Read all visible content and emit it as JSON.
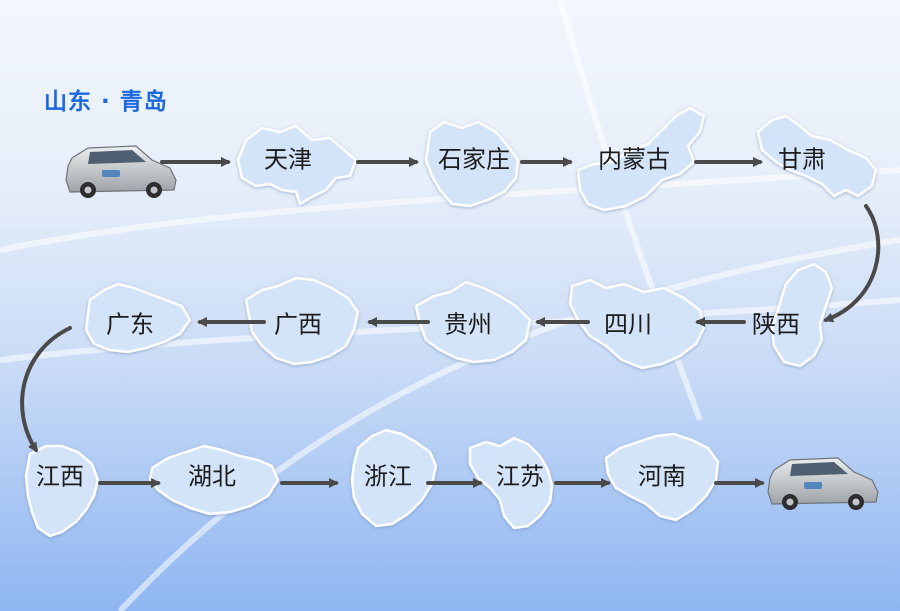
{
  "origin": {
    "label": "山东 · 青岛"
  },
  "route": [
    {
      "label": "天津"
    },
    {
      "label": "石家庄"
    },
    {
      "label": "内蒙古"
    },
    {
      "label": "甘肃"
    },
    {
      "label": "陕西"
    },
    {
      "label": "四川"
    },
    {
      "label": "贵州"
    },
    {
      "label": "广西"
    },
    {
      "label": "广东"
    },
    {
      "label": "江西"
    },
    {
      "label": "湖北"
    },
    {
      "label": "浙江"
    },
    {
      "label": "江苏"
    },
    {
      "label": "河南"
    }
  ],
  "colors": {
    "accent": "#1a67e0",
    "province_fill": "#d3e3f8",
    "province_stroke": "#ffffff",
    "arrow": "#4a4a4a",
    "text": "#1c1c1c"
  },
  "icons": {
    "vehicle": "minivan-icon"
  }
}
